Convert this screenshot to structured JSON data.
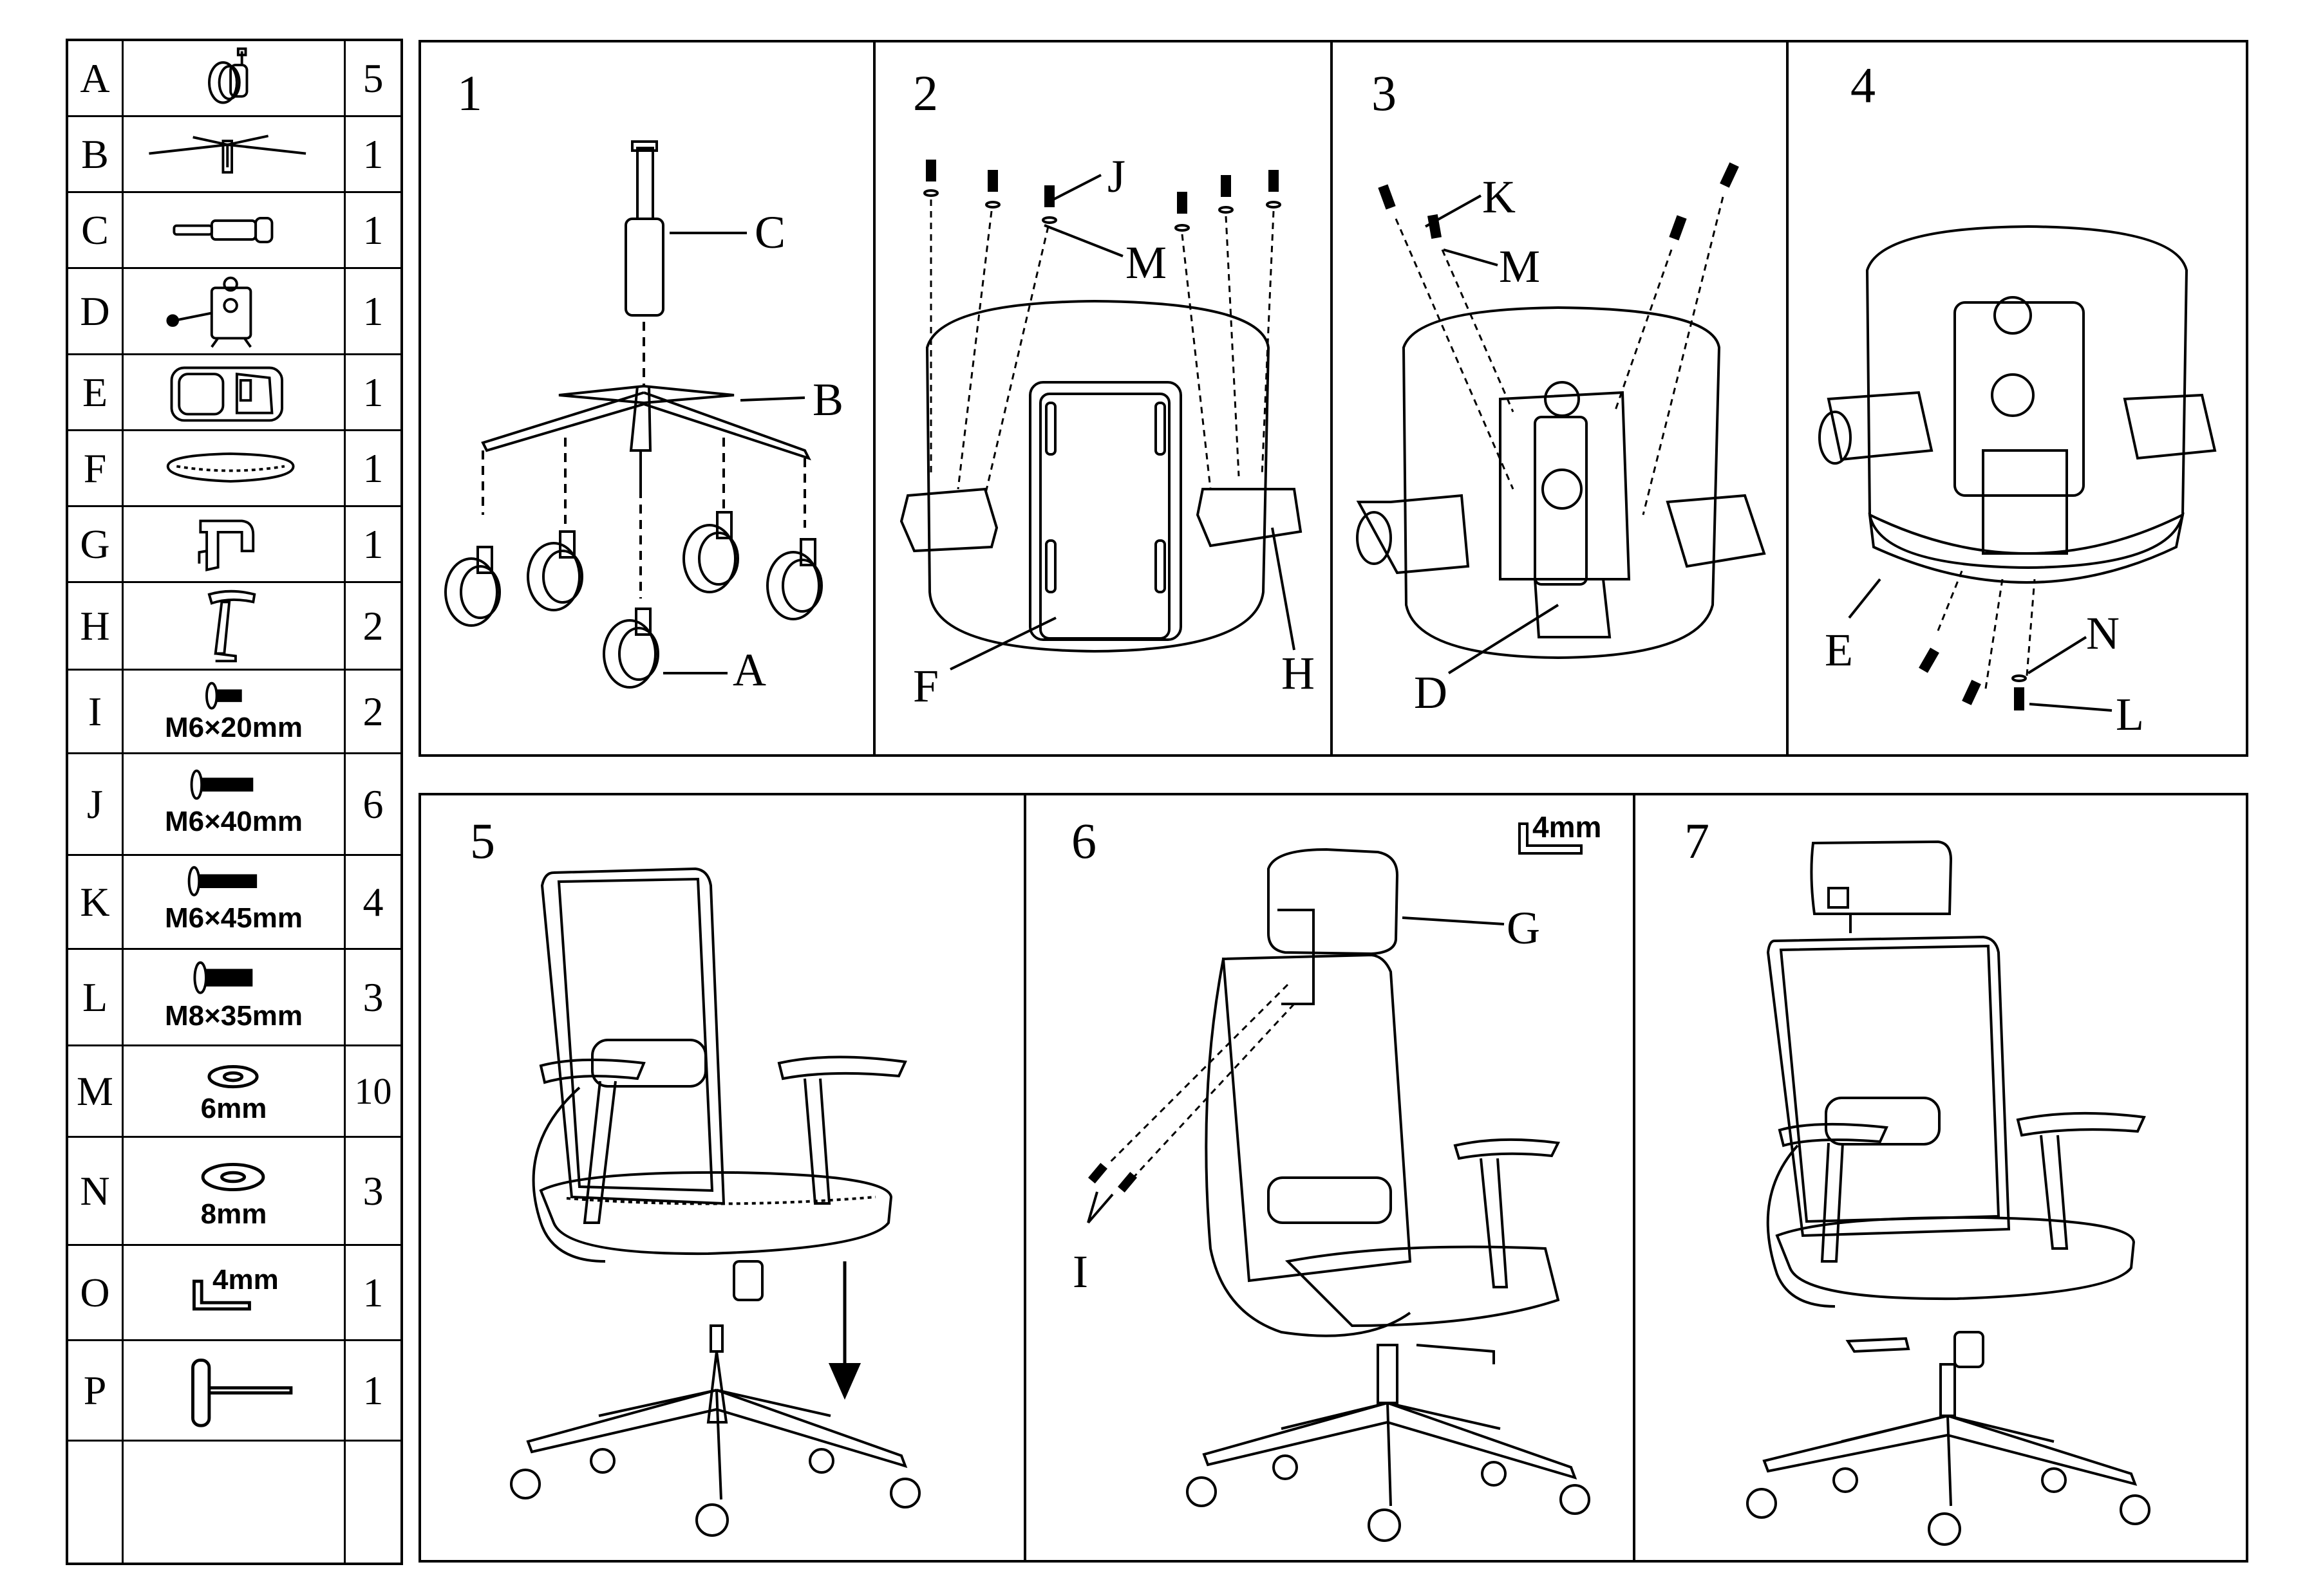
{
  "parts": [
    {
      "letter": "A",
      "qty": "5",
      "icon": "caster-wheel-icon"
    },
    {
      "letter": "B",
      "qty": "1",
      "icon": "star-base-icon"
    },
    {
      "letter": "C",
      "qty": "1",
      "icon": "gas-lift-icon"
    },
    {
      "letter": "D",
      "qty": "1",
      "icon": "tilt-mechanism-icon"
    },
    {
      "letter": "E",
      "qty": "1",
      "icon": "backrest-icon"
    },
    {
      "letter": "F",
      "qty": "1",
      "icon": "seat-cushion-icon"
    },
    {
      "letter": "G",
      "qty": "1",
      "icon": "headrest-bracket-icon"
    },
    {
      "letter": "H",
      "qty": "2",
      "icon": "armrest-icon"
    },
    {
      "letter": "I",
      "qty": "2",
      "icon": "bolt-icon",
      "size": "M6×20mm"
    },
    {
      "letter": "J",
      "qty": "6",
      "icon": "bolt-icon",
      "size": "M6×40mm"
    },
    {
      "letter": "K",
      "qty": "4",
      "icon": "bolt-icon",
      "size": "M6×45mm"
    },
    {
      "letter": "L",
      "qty": "3",
      "icon": "bolt-icon",
      "size": "M8×35mm"
    },
    {
      "letter": "M",
      "qty": "10",
      "icon": "washer-icon",
      "size": "6mm"
    },
    {
      "letter": "N",
      "qty": "3",
      "icon": "washer-icon",
      "size": "8mm"
    },
    {
      "letter": "O",
      "qty": "1",
      "icon": "allen-key-icon",
      "size": "4mm"
    },
    {
      "letter": "P",
      "qty": "1",
      "icon": "t-handle-wrench-icon"
    }
  ],
  "steps": [
    {
      "number": "1",
      "labels": [
        "C",
        "B",
        "A"
      ]
    },
    {
      "number": "2",
      "labels": [
        "J",
        "M",
        "F",
        "H"
      ]
    },
    {
      "number": "3",
      "labels": [
        "K",
        "M",
        "D"
      ]
    },
    {
      "number": "4",
      "labels": [
        "N",
        "E",
        "L"
      ]
    },
    {
      "number": "5",
      "labels": []
    },
    {
      "number": "6",
      "labels": [
        "G",
        "I"
      ],
      "tool": "4mm"
    },
    {
      "number": "7",
      "labels": []
    }
  ]
}
